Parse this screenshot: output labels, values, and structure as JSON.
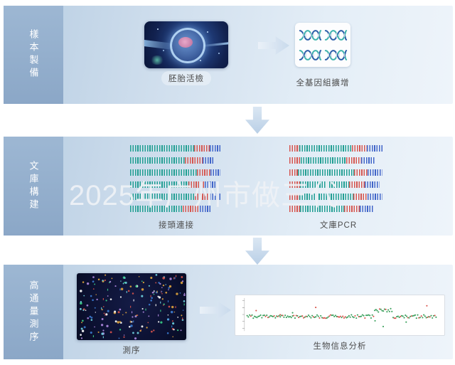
{
  "watermark": "2025年广州市做三代",
  "rows": [
    {
      "sidebar": "樣本製備",
      "items": [
        {
          "label": "胚胎活檢"
        },
        {
          "label": "全基因組擴增"
        }
      ]
    },
    {
      "sidebar": "文庫構建",
      "items": [
        {
          "label": "接頭連接"
        },
        {
          "label": "文庫PCR"
        }
      ]
    },
    {
      "sidebar": "高通量測序",
      "items": [
        {
          "label": "測序"
        },
        {
          "label": "生物信息分析"
        }
      ]
    }
  ]
}
